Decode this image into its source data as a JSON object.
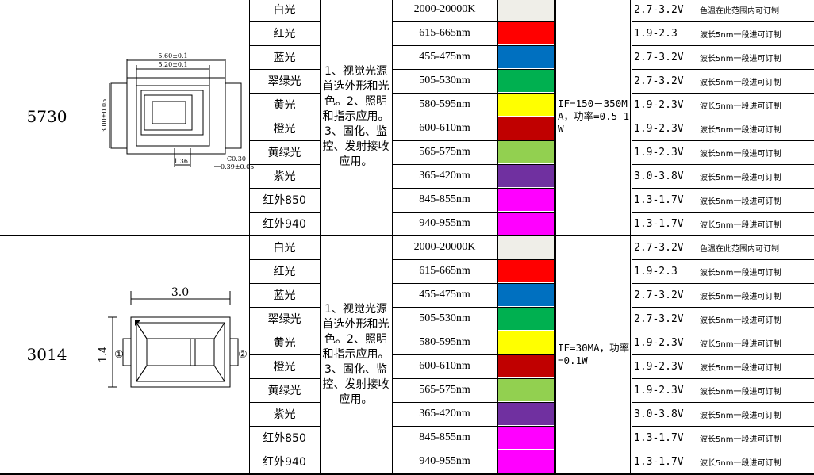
{
  "groups": [
    {
      "model": "5730",
      "dims": {
        "width_total": "5.60±0.1",
        "width_inner": "5.20±0.1",
        "height": "3.00±0.05",
        "pad": "1.36",
        "edge": "0.39±0.05",
        "corner": "C0.30"
      },
      "application": [
        "1、视觉光源首选外形和光色。",
        "2、照明和指示应用。",
        "3、固化、监控、发射接收应用。"
      ],
      "drive": "IF=150－350MA，功率=0.5-1W",
      "rows": [
        {
          "name": "白光",
          "wavelength": "2000-20000K",
          "color": "#EFEEE8",
          "voltage": "2.7-3.2V",
          "note": "色温在此范围内可订制"
        },
        {
          "name": "红光",
          "wavelength": "615-665nm",
          "color": "#FF0000",
          "voltage": "1.9-2.3",
          "note": "波长5nm一段进可订制"
        },
        {
          "name": "蓝光",
          "wavelength": "455-475nm",
          "color": "#0070C0",
          "voltage": "2.7-3.2V",
          "note": "波长5nm一段进可订制"
        },
        {
          "name": "翠绿光",
          "wavelength": "505-530nm",
          "color": "#00B050",
          "voltage": "2.7-3.2V",
          "note": "波长5nm一段进可订制"
        },
        {
          "name": "黄光",
          "wavelength": "580-595nm",
          "color": "#FFFF00",
          "voltage": "1.9-2.3V",
          "note": "波长5nm一段进可订制"
        },
        {
          "name": "橙光",
          "wavelength": "600-610nm",
          "color": "#C00000",
          "voltage": "1.9-2.3V",
          "note": "波长5nm一段进可订制"
        },
        {
          "name": "黄绿光",
          "wavelength": "565-575nm",
          "color": "#92D050",
          "voltage": "1.9-2.3V",
          "note": "波长5nm一段进可订制"
        },
        {
          "name": "紫光",
          "wavelength": "365-420nm",
          "color": "#7030A0",
          "voltage": "3.0-3.8V",
          "note": "波长5nm一段进可订制"
        },
        {
          "name": "红外850",
          "wavelength": "845-855nm",
          "color": "#FF00FF",
          "voltage": "1.3-1.7V",
          "note": "波长5nm一段进可订制"
        },
        {
          "name": "红外940",
          "wavelength": "940-955nm",
          "color": "#FF00FF",
          "voltage": "1.3-1.7V",
          "note": "波长5nm一段进可订制"
        }
      ]
    },
    {
      "model": "3014",
      "dims": {
        "width_total": "3.0",
        "height": "1.4",
        "pin_left": "①",
        "pin_right": "②"
      },
      "application": [
        "1、视觉光源首选外形和光色。",
        "2、照明和指示应用。",
        "3、固化、监控、发射接收应用。"
      ],
      "drive": "IF=30MA，功率=0.1W",
      "rows": [
        {
          "name": "白光",
          "wavelength": "2000-20000K",
          "color": "#EFEEE8",
          "voltage": "2.7-3.2V",
          "note": "色温在此范围内可订制"
        },
        {
          "name": "红光",
          "wavelength": "615-665nm",
          "color": "#FF0000",
          "voltage": "1.9-2.3",
          "note": "波长5nm一段进可订制"
        },
        {
          "name": "蓝光",
          "wavelength": "455-475nm",
          "color": "#0070C0",
          "voltage": "2.7-3.2V",
          "note": "波长5nm一段进可订制"
        },
        {
          "name": "翠绿光",
          "wavelength": "505-530nm",
          "color": "#00B050",
          "voltage": "2.7-3.2V",
          "note": "波长5nm一段进可订制"
        },
        {
          "name": "黄光",
          "wavelength": "580-595nm",
          "color": "#FFFF00",
          "voltage": "1.9-2.3V",
          "note": "波长5nm一段进可订制"
        },
        {
          "name": "橙光",
          "wavelength": "600-610nm",
          "color": "#C00000",
          "voltage": "1.9-2.3V",
          "note": "波长5nm一段进可订制"
        },
        {
          "name": "黄绿光",
          "wavelength": "565-575nm",
          "color": "#92D050",
          "voltage": "1.9-2.3V",
          "note": "波长5nm一段进可订制"
        },
        {
          "name": "紫光",
          "wavelength": "365-420nm",
          "color": "#7030A0",
          "voltage": "3.0-3.8V",
          "note": "波长5nm一段进可订制"
        },
        {
          "name": "红外850",
          "wavelength": "845-855nm",
          "color": "#FF00FF",
          "voltage": "1.3-1.7V",
          "note": "波长5nm一段进可订制"
        },
        {
          "name": "红外940",
          "wavelength": "940-955nm",
          "color": "#FF00FF",
          "voltage": "1.3-1.7V",
          "note": "波长5nm一段进可订制"
        }
      ]
    }
  ]
}
